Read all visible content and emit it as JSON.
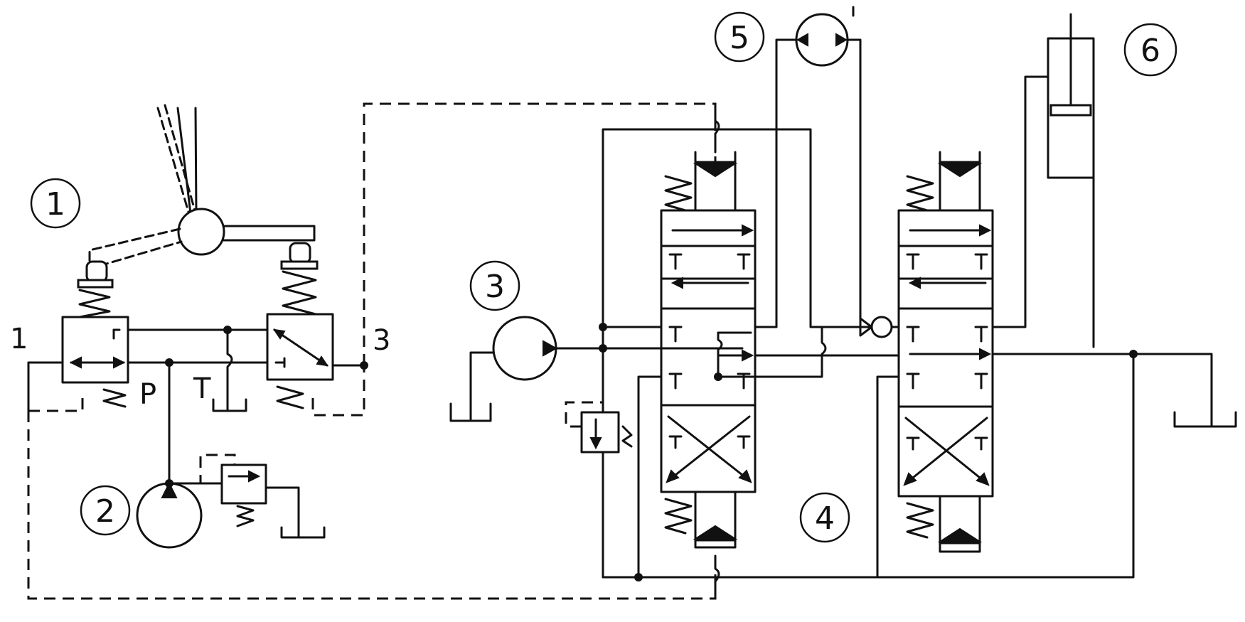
{
  "labels": {
    "c1": "1",
    "c2": "2",
    "c3": "3",
    "c4": "4",
    "c5": "5",
    "c6": "6",
    "port_1": "1",
    "port_3": "3",
    "port_p": "P",
    "port_t": "T"
  },
  "colors": {
    "ink": "#111111",
    "paper": "#ffffff"
  }
}
